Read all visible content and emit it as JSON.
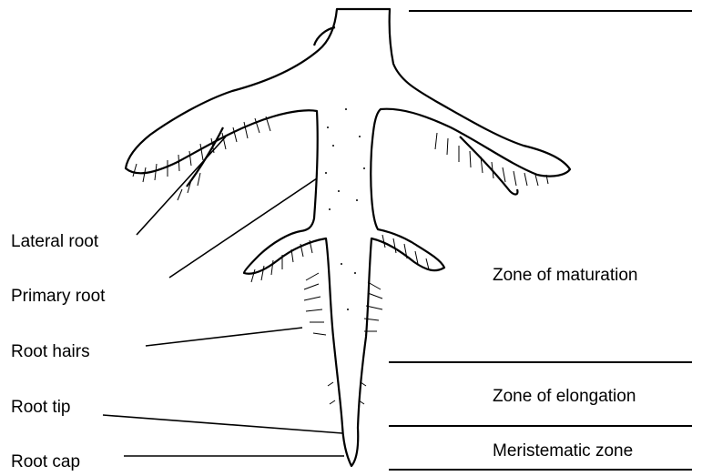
{
  "labels": {
    "lateral_root": "Lateral root",
    "primary_root": "Primary root",
    "root_hairs": "Root hairs",
    "root_tip": "Root tip",
    "root_cap": "Root cap"
  },
  "zones": {
    "maturation": "Zone of maturation",
    "elongation": "Zone of elongation",
    "meristematic": "Meristematic zone"
  }
}
